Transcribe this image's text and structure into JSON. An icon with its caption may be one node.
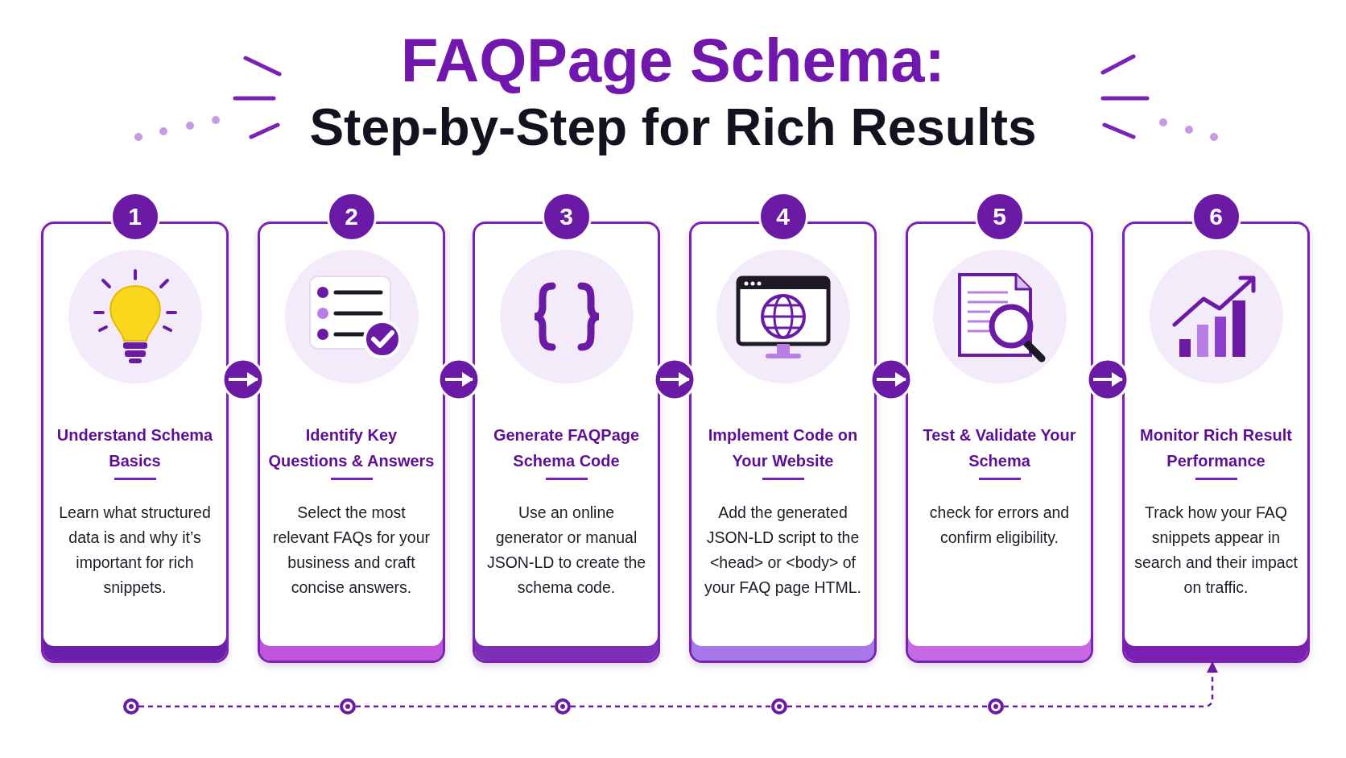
{
  "diagram": {
    "title": "FAQPage Schema: Step-by-Step for Rich Results",
    "nodes": [
      {
        "text": [
          "1"
        ]
      },
      {
        "text": [
          "Understand Schema Basics",
          "Learn what structured data is and why it’s important for rich snippets."
        ]
      },
      {
        "text": [
          "2"
        ]
      },
      {
        "text": [
          "Identify Key Questions & Answers",
          "Select the most relevant FAQs for your business and craft concise answers."
        ]
      },
      {
        "text": [
          "3"
        ]
      },
      {
        "text": [
          "Generate FAQPage Schema Code",
          "Use an online generator or manual JSON-LD to create the schema code."
        ]
      },
      {
        "text": [
          "4"
        ]
      },
      {
        "text": [
          "Implement Code on Your Website",
          "Add the generated JSON-LD script to the <head> or <body> of your FAQ page HTML."
        ]
      },
      {
        "text": [
          "5"
        ]
      },
      {
        "text": [
          "Test & Validate Your Schema",
          "check for errors and confirm eligibility."
        ]
      },
      {
        "text": [
          "6"
        ]
      },
      {
        "text": [
          "Monitor Rich Result Performance",
          "Track how your FAQ snippets appear in search and their impact on traffic."
        ]
      },
      {
        "text": [],
        "shape": "circle"
      },
      {
        "text": [],
        "shape": "circle"
      },
      {
        "text": [],
        "shape": "circle"
      },
      {
        "text": [],
        "shape": "circle"
      },
      {
        "text": [],
        "shape": "circle"
      }
    ],
    "edges": [
      {
        "from": 1,
        "to": 3,
        "arrow": "to"
      },
      {
        "from": 3,
        "to": 5,
        "arrow": "to"
      },
      {
        "from": 5,
        "to": 7,
        "arrow": "to"
      },
      {
        "from": 7,
        "to": 9,
        "arrow": "to"
      },
      {
        "from": 9,
        "to": 11,
        "arrow": "to"
      },
      {
        "from": 12,
        "to": 13,
        "arrow": "none",
        "style": "dashed",
        "color": "#6a1aa5"
      },
      {
        "from": 13,
        "to": 14,
        "arrow": "none",
        "style": "dashed",
        "color": "#6a1aa5"
      },
      {
        "from": 14,
        "to": 15,
        "arrow": "none",
        "style": "dashed",
        "color": "#6a1aa5"
      },
      {
        "from": 15,
        "to": 16,
        "arrow": "none",
        "style": "dashed",
        "color": "#6a1aa5"
      },
      {
        "from": 16,
        "to": 11,
        "arrow": "to",
        "style": "dashed",
        "color": "#6a1aa5"
      }
    ]
  }
}
